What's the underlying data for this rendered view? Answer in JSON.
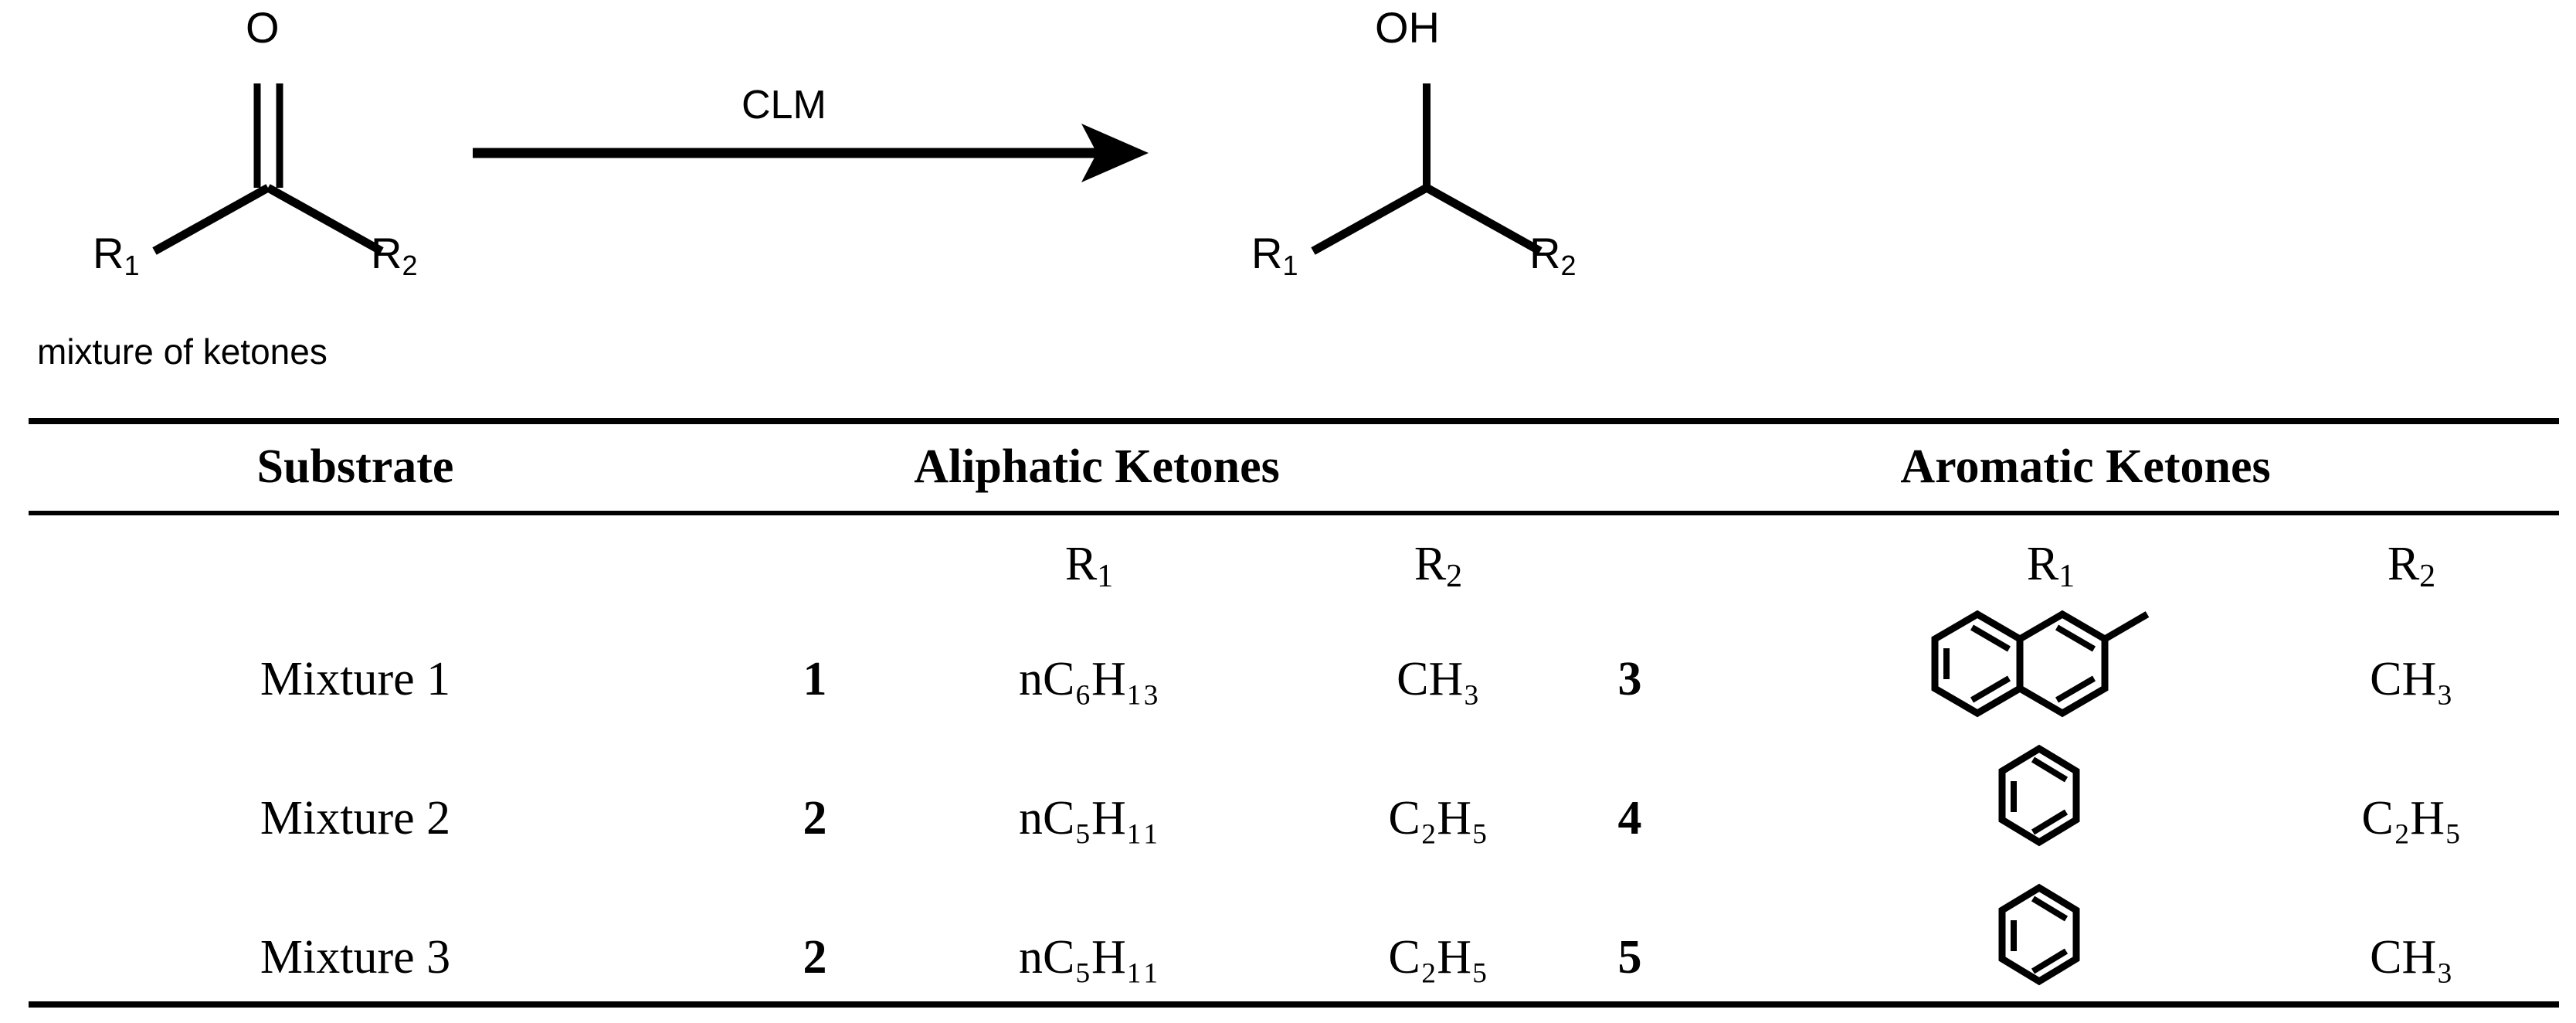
{
  "scheme": {
    "reactant": {
      "oxygen_label": "O",
      "r1_label": "R",
      "r1_sub": "1",
      "r2_label": "R",
      "r2_sub": "2",
      "caption": "mixture of ketones"
    },
    "arrow": {
      "label": "CLM"
    },
    "product": {
      "hydroxyl_label": "OH",
      "r1_label": "R",
      "r1_sub": "1",
      "r2_label": "R",
      "r2_sub": "2"
    }
  },
  "table": {
    "headers": {
      "substrate": "Substrate",
      "aliphatic": "Aliphatic Ketones",
      "aromatic": "Aromatic Ketones"
    },
    "subheaders": {
      "aliphatic_r1": "R",
      "aliphatic_r1_sub": "1",
      "aliphatic_r2": "R",
      "aliphatic_r2_sub": "2",
      "aromatic_r1": "R",
      "aromatic_r1_sub": "1",
      "aromatic_r2": "R",
      "aromatic_r2_sub": "2"
    },
    "rows": [
      {
        "substrate": "Mixture 1",
        "aliphatic_number": "1",
        "aliphatic_r1": "nC₆H₁₃",
        "aliphatic_r2": "CH₃",
        "aromatic_number": "3",
        "aromatic_r1_structure": "naphthalene",
        "aromatic_r2": "CH₃"
      },
      {
        "substrate": "Mixture 2",
        "aliphatic_number": "2",
        "aliphatic_r1": "nC₅H₁₁",
        "aliphatic_r2": "C₂H₅",
        "aromatic_number": "4",
        "aromatic_r1_structure": "benzene",
        "aromatic_r2": "C₂H₅"
      },
      {
        "substrate": "Mixture 3",
        "aliphatic_number": "2",
        "aliphatic_r1": "nC₅H₁₁",
        "aliphatic_r2": "C₂H₅",
        "aromatic_number": "5",
        "aromatic_r1_structure": "benzene",
        "aromatic_r2": "CH₃"
      }
    ]
  },
  "colors": {
    "ink": "#000000",
    "background": "#ffffff"
  }
}
